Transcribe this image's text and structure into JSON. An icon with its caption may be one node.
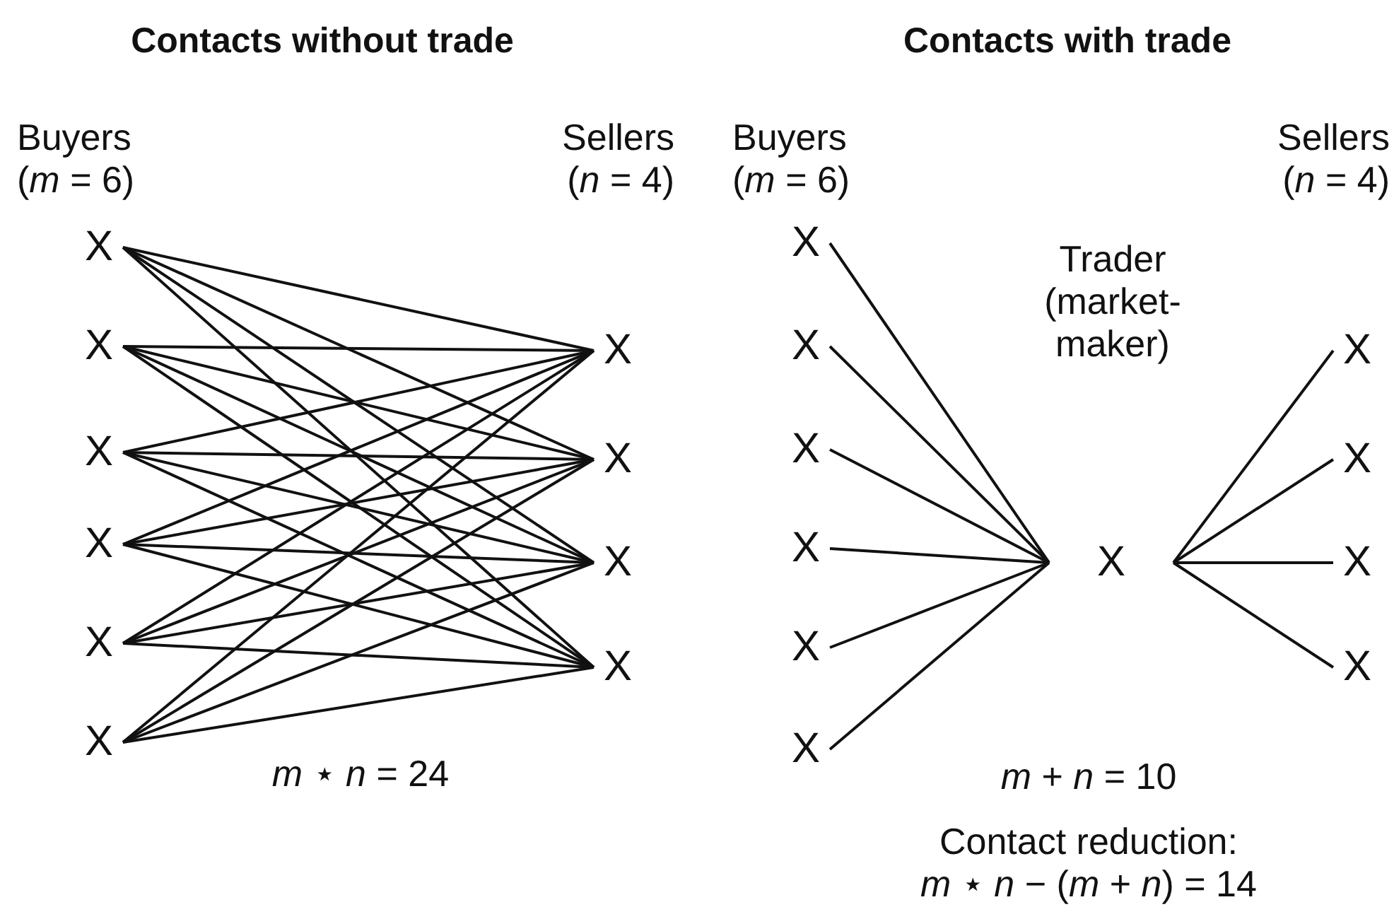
{
  "diagram": {
    "title": "Contacts without trade",
    "nodes": [
      {
        "text": [
          "X"
        ]
      },
      {
        "text": [
          "X"
        ]
      },
      {
        "text": [
          "X"
        ]
      },
      {
        "text": [
          "X"
        ]
      },
      {
        "text": [
          "X"
        ]
      },
      {
        "text": [
          "X"
        ]
      },
      {
        "text": [
          "X"
        ]
      },
      {
        "text": [
          "X"
        ]
      },
      {
        "text": [
          "X"
        ]
      },
      {
        "text": [
          "X"
        ]
      },
      {
        "text": [
          "X"
        ]
      },
      {
        "text": [
          "X"
        ]
      },
      {
        "text": [
          "X"
        ]
      },
      {
        "text": [
          "X"
        ]
      },
      {
        "text": [
          "X"
        ]
      },
      {
        "text": [
          "X"
        ]
      },
      {
        "text": [
          "X"
        ]
      },
      {
        "text": [
          "X"
        ]
      },
      {
        "text": [
          "X"
        ]
      },
      {
        "text": [
          "X"
        ]
      },
      {
        "text": [
          "X"
        ]
      }
    ],
    "edges": [
      {
        "from": 0,
        "to": 6,
        "arrow": "none"
      },
      {
        "from": 0,
        "to": 7,
        "arrow": "none"
      },
      {
        "from": 0,
        "to": 8,
        "arrow": "none"
      },
      {
        "from": 0,
        "to": 9,
        "arrow": "none"
      },
      {
        "from": 1,
        "to": 6,
        "arrow": "none"
      },
      {
        "from": 1,
        "to": 7,
        "arrow": "none"
      },
      {
        "from": 1,
        "to": 8,
        "arrow": "none"
      },
      {
        "from": 1,
        "to": 9,
        "arrow": "none"
      },
      {
        "from": 2,
        "to": 6,
        "arrow": "none"
      },
      {
        "from": 2,
        "to": 7,
        "arrow": "none"
      },
      {
        "from": 2,
        "to": 8,
        "arrow": "none"
      },
      {
        "from": 2,
        "to": 9,
        "arrow": "none"
      },
      {
        "from": 3,
        "to": 6,
        "arrow": "none"
      },
      {
        "from": 3,
        "to": 7,
        "arrow": "none"
      },
      {
        "from": 3,
        "to": 8,
        "arrow": "none"
      },
      {
        "from": 3,
        "to": 9,
        "arrow": "none"
      },
      {
        "from": 4,
        "to": 6,
        "arrow": "none"
      },
      {
        "from": 4,
        "to": 7,
        "arrow": "none"
      },
      {
        "from": 4,
        "to": 8,
        "arrow": "none"
      },
      {
        "from": 4,
        "to": 9,
        "arrow": "none"
      },
      {
        "from": 5,
        "to": 6,
        "arrow": "none"
      },
      {
        "from": 5,
        "to": 7,
        "arrow": "none"
      },
      {
        "from": 5,
        "to": 8,
        "arrow": "none"
      },
      {
        "from": 5,
        "to": 9,
        "arrow": "none"
      },
      {
        "from": 10,
        "to": 16,
        "arrow": "none"
      },
      {
        "from": 11,
        "to": 16,
        "arrow": "none"
      },
      {
        "from": 12,
        "to": 16,
        "arrow": "none"
      },
      {
        "from": 13,
        "to": 16,
        "arrow": "none"
      },
      {
        "from": 14,
        "to": 16,
        "arrow": "none"
      },
      {
        "from": 15,
        "to": 16,
        "arrow": "none"
      },
      {
        "from": 16,
        "to": 17,
        "arrow": "none"
      },
      {
        "from": 16,
        "to": 18,
        "arrow": "none"
      },
      {
        "from": 16,
        "to": 19,
        "arrow": "none"
      },
      {
        "from": 16,
        "to": 20,
        "arrow": "none"
      }
    ],
    "labels": [
      "Contacts with trade",
      "Buyers (*m* = 6)",
      "Sellers (*n* = 4)",
      "Buyers (*m* = 6)",
      "Sellers (*n* = 4)",
      "Trader (market-maker)",
      "*m* ⋆ *n* = 24",
      "*m* + *n* = 10",
      "Contact reduction: *m* ⋆ *n* − (*m* + *n*) = 14"
    ]
  }
}
